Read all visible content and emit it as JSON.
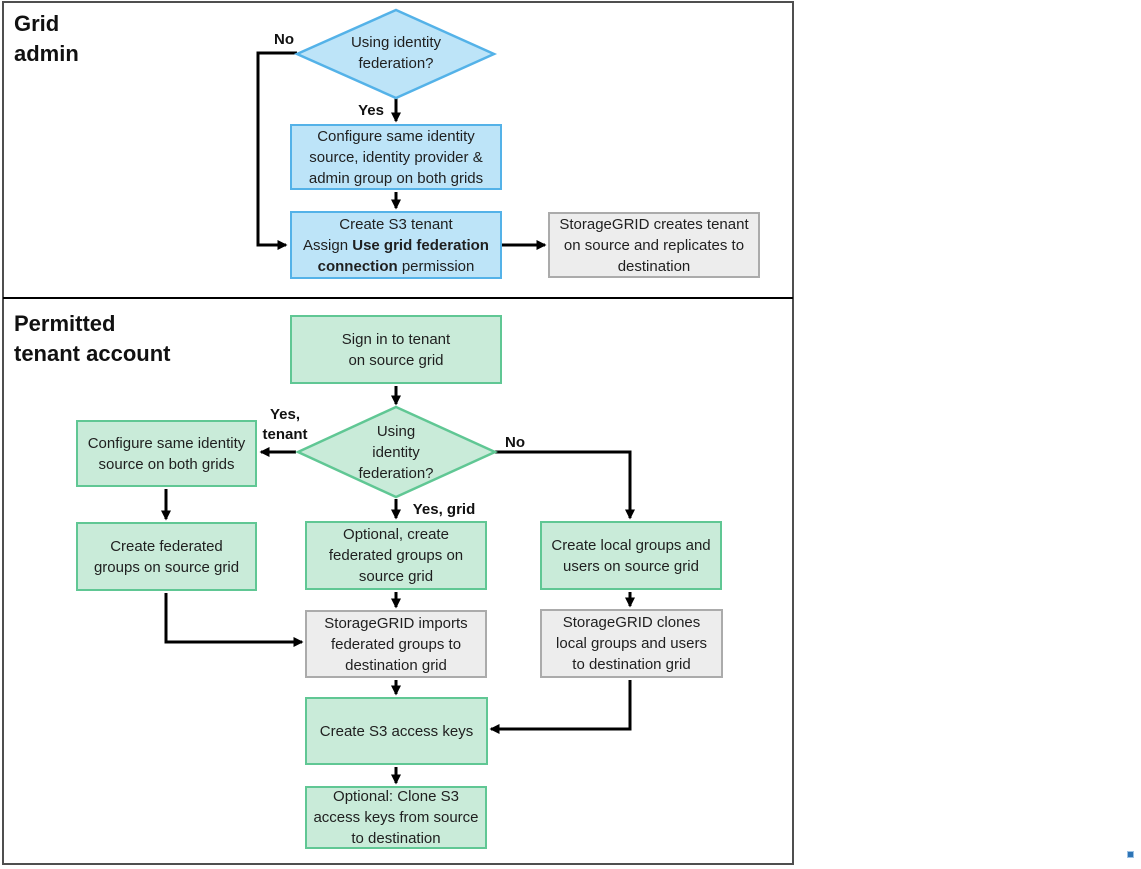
{
  "colors": {
    "blue_fill": "#BDE4F8",
    "blue_border": "#54B2E8",
    "green_fill": "#C9EBD9",
    "green_border": "#60C794",
    "gray_fill": "#EDEDED",
    "gray_border": "#ABABAB",
    "connector": "#000000",
    "frame_border": "#4F4F4F",
    "selection_handle": "#2E74B5"
  },
  "grid_admin": {
    "title": "Grid\nadmin",
    "decision_identity": "Using identity\nfederation?",
    "label_no": "No",
    "label_yes": "Yes",
    "configure_identity": "Configure same identity\nsource, identity provider &\nadmin group on both grids",
    "create_tenant_part1": "Create S3 tenant\nAssign ",
    "create_tenant_bold": "Use grid federation\nconnection",
    "create_tenant_part2": " permission",
    "storagegrid_creates": "StorageGRID creates tenant\non source and replicates to\ndestination"
  },
  "tenant_account": {
    "title": "Permitted\ntenant account",
    "sign_in": "Sign in to tenant\non source grid",
    "decision_identity": "Using\nidentity\nfederation?",
    "label_yes_tenant": "Yes,\ntenant",
    "label_no": "No",
    "label_yes_grid": "Yes, grid",
    "configure_identity": "Configure same identity\nsource on both grids",
    "create_federated": "Create federated\ngroups on source grid",
    "optional_create_federated": "Optional, create\nfederated groups on\nsource grid",
    "imports_federated": "StorageGRID imports\nfederated groups to\ndestination grid",
    "create_local": "Create local groups and\nusers on source grid",
    "clones_local": "StorageGRID clones\nlocal groups and users\nto destination grid",
    "create_access_keys": "Create S3 access keys",
    "clone_access_keys": "Optional: Clone S3\naccess keys from source\nto destination"
  }
}
